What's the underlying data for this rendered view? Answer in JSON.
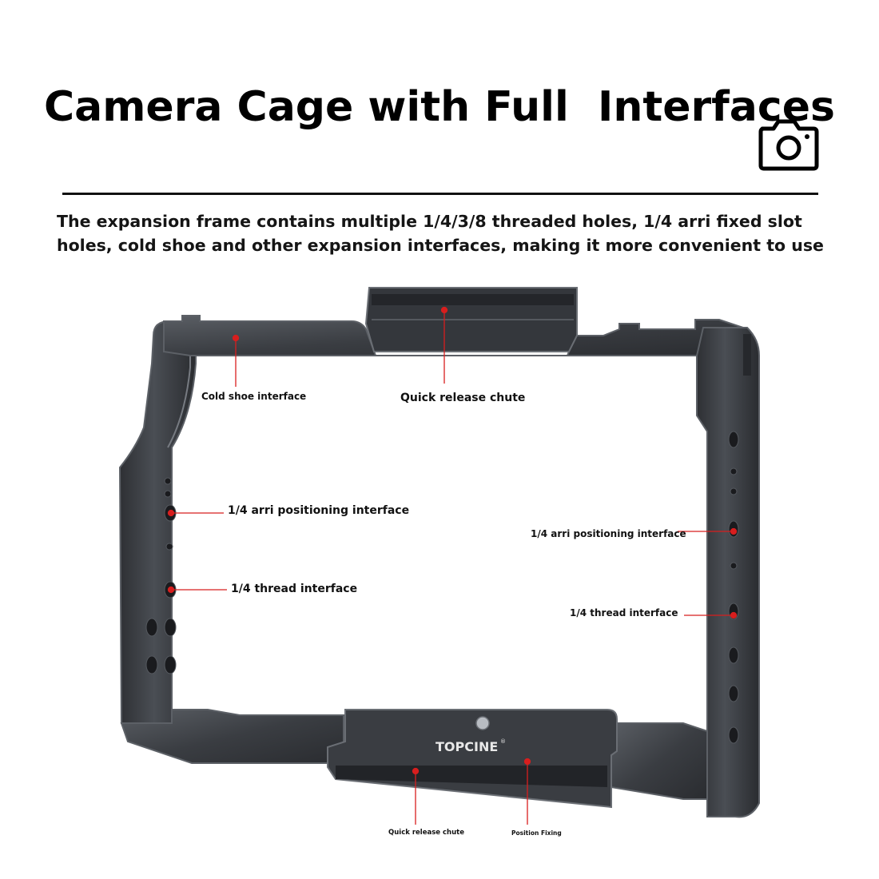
{
  "header": {
    "title": "Camera Cage with Full  Interfaces",
    "icon": "camera-icon"
  },
  "description": "The expansion frame contains multiple 1/4/3/8 threaded holes, 1/4 arri fixed slot holes, cold shoe and other expansion interfaces, making it more convenient to use",
  "product": {
    "brand": "TOPCINE",
    "brand_mark": "®",
    "colors": {
      "body": "#3a3d42",
      "edge": "#6a6e74",
      "callout": "#d81e1e"
    }
  },
  "callouts": {
    "cold_shoe": "Cold shoe interface",
    "top_chute": "Quick release chute",
    "arri_left": "1/4 arri positioning interface",
    "thread_left": "1/4 thread interface",
    "arri_right": "1/4 arri positioning interface",
    "thread_right": "1/4 thread interface",
    "bottom_chute": "Quick release chute",
    "position_fixing": "Position Fixing"
  }
}
